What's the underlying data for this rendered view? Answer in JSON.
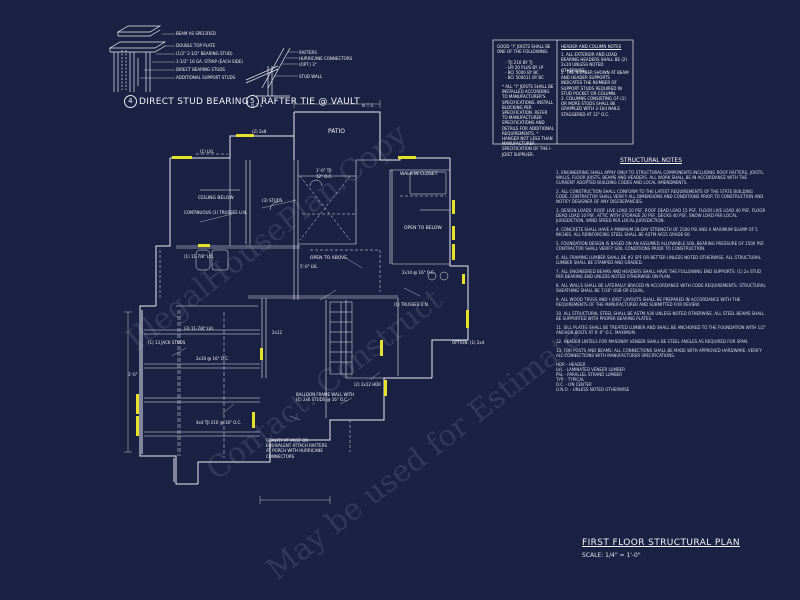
{
  "stud_detail": {
    "callouts": [
      "BEAM AS SPECIFIED",
      "DOUBLE TOP PLATE",
      "(1/2\" 2-1/2\" BEARING STUD)",
      "1-1/2\" 16 GA. STRAP (EACH SIDE)",
      "DIRECT BEARING STUDS",
      "ADDITIONAL SUPPORT STUDS"
    ],
    "number": "4",
    "title": "DIRECT STUD BEARING",
    "scale": "N.T.S."
  },
  "rafter_detail": {
    "callouts": [
      "RAFTERS",
      "HURRICANE CONNECTORS",
      "(OPT.) 3\"",
      "STUD WALL"
    ],
    "number": "5",
    "title": "RAFTER TIE @ VAULT",
    "scale": "N.T.S."
  },
  "joist_notes": {
    "heading": "GOOD \"I\" JOISTS SHALL BE ONE OF THE FOLLOWING:",
    "items": [
      "- TJI 210 BY TJ",
      "- LPI 20 PLUS BY LP",
      "- BCI 5000 BY BC",
      "- BCI 500011 BY BC"
    ],
    "body": "* ALL \"I\" JOISTS SHALL BE INSTALLED ACCORDING TO MANUFACTURER'S SPECIFICATIONS. INSTALL BLOCKING PER SPECIFICATION. REFER TO MANUFACTURER SPECIFICATIONS AND DETAILS FOR ADDITIONAL REQUIREMENTS. * HANGER NOT LESS THAN MANUFACTURER SPECIFICATION OF THE I-JOIST SUPPLIER."
  },
  "header_notes": {
    "heading": "HEADER AND COLUMN NOTES",
    "items": [
      "1. ALL EXTERIOR AND LOAD BEARING HEADERS SHALL BE (2) 2x10 UNLESS NOTED OTHERWISE.",
      "2. THE NUMBER SHOWN AT BEAM AND HEADER SUPPORTS INDICATES THE NUMBER OF SUPPORT STUDS REQUIRED IN STUD POCKET OR COLUMN.",
      "3. COLUMNS CONSISTING OF (1) OR MORE STUDS SHALL BE GRAPPLED WITH 3-16d NAILS STAGGERED AT 12\" O.C."
    ]
  },
  "structural_notes": {
    "heading": "STRUCTURAL NOTES",
    "paragraphs": [
      "1. ENGINEERING SHALL APPLY ONLY TO STRUCTURAL COMPONENTS INCLUDING ROOF RAFTERS, JOISTS, WALLS, FLOOR JOISTS, BEAMS AND HEADERS. ALL WORK SHALL BE IN ACCORDANCE WITH THE CURRENT ADOPTED BUILDING CODES AND LOCAL AMENDMENTS.",
      "2. ALL CONSTRUCTION SHALL CONFORM TO THE LATEST REQUIREMENTS OF THE STATE BUILDING CODE. CONTRACTOR SHALL VERIFY ALL DIMENSIONS AND CONDITIONS PRIOR TO CONSTRUCTION AND NOTIFY DESIGNER OF ANY DISCREPANCIES.",
      "3. DESIGN LOADS: ROOF LIVE LOAD 20 PSF, ROOF DEAD LOAD 15 PSF, FLOOR LIVE LOAD 40 PSF, FLOOR DEAD LOAD 10 PSF, ATTIC WITH STORAGE 20 PSF, DECKS 40 PSF, SNOW LOAD PER LOCAL JURISDICTION, WIND SPEED PER LOCAL JURISDICTION.",
      "4. CONCRETE SHALL HAVE A MINIMUM 28-DAY STRENGTH OF 2500 PSI AND A MAXIMUM SLUMP OF 5 INCHES. ALL REINFORCING STEEL SHALL BE ASTM A615 GRADE 60.",
      "5. FOUNDATION DESIGN IS BASED ON AN ASSUMED ALLOWABLE SOIL BEARING PRESSURE OF 1500 PSF. CONTRACTOR SHALL VERIFY SOIL CONDITIONS PRIOR TO CONSTRUCTION.",
      "6. ALL FRAMING LUMBER SHALL BE #2 SPF OR BETTER UNLESS NOTED OTHERWISE. ALL STRUCTURAL LUMBER SHALL BE STAMPED AND GRADED.",
      "7. ALL ENGINEERED BEAMS AND HEADERS SHALL HAVE THE FOLLOWING END SUPPORTS: (1) 2x STUD PER BEARING END UNLESS NOTED OTHERWISE ON PLAN.",
      "8. ALL WALLS SHALL BE LATERALLY BRACED IN ACCORDANCE WITH CODE REQUIREMENTS. STRUCTURAL SHEATHING SHALL BE 7/16\" OSB OR EQUAL.",
      "9. ALL WOOD TRUSS AND I-JOIST LAYOUTS SHALL BE PREPARED IN ACCORDANCE WITH THE REQUIREMENTS OF THE MANUFACTURER AND SUBMITTED FOR REVIEW.",
      "10. ALL STRUCTURAL STEEL SHALL BE ASTM A36 UNLESS NOTED OTHERWISE. ALL STEEL BEAMS SHALL BE SUPPORTED WITH PROPER BEARING PLATES.",
      "11. SILL PLATES SHALL BE TREATED LUMBER AND SHALL BE ANCHORED TO THE FOUNDATION WITH 1/2\" ANCHOR BOLTS AT 6'-0\" O.C. MAXIMUM.",
      "12. HEADER LINTELS FOR MASONRY VENEER SHALL BE STEEL ANGLES AS REQUIRED FOR SPAN.",
      "13. FOR POSTS AND BEAMS: ALL CONNECTIONS SHALL BE MADE WITH APPROVED HARDWARE. VERIFY ALL CONNECTIONS WITH MANUFACTURER SPECIFICATIONS."
    ],
    "legend": [
      "HDR - HEADER",
      "LVL - LAMINATED VENEER LUMBER",
      "PSL - PARALLEL STRAND LUMBER",
      "TYP. - TYPICAL",
      "O.C. - ON CENTER",
      "U.N.O. - UNLESS NOTED OTHERWISE"
    ]
  },
  "plan": {
    "rooms": [
      "PATIO",
      "WALK-IN CLOSET",
      "OPEN TO ABOVE",
      "OPEN TO BELOW",
      "CEILING BELOW"
    ],
    "callouts": [
      "(1) LVL",
      "(2) 2x8",
      "CONTINUOUS (1) TRUSSES U.N.",
      "(1) 11-7/8\" LVL",
      "(3) 11-7/8\" LVL",
      "(3) STUDS",
      "(1) 13 JACK STUDS",
      "5'-0\" LVL",
      "BALLOON FRAME WALL WITH (1) 2x6 STUDS @ 16\" O.C.",
      "(2) 2x12 HDR",
      "1'-0\"",
      "2x12",
      "4x4 TJI 210 @ 16\" O.C.",
      "2x10 @ 16\" O.C.",
      "GRAVITY PT POST OR EQUIVALENT ATTACH RAFTERS AT PORCH WITH HURRICANE CONNECTORS",
      "(1) TRUSSES U.N.",
      "OPTION: (1) 2x4",
      "2x10 @ 16\" O.C.",
      "1'-0\" TJI",
      "12\" O.C."
    ]
  },
  "title_block": {
    "title": "FIRST FLOOR STRUCTURAL PLAN",
    "scale": "SCALE: 1/4\" = 1'-0\""
  },
  "watermark": [
    "IllegalHousePlan.Copy",
    "Contact: Construct",
    "May be used for Estimate"
  ],
  "colors": {
    "background": "#1b2142",
    "lines": "#e8ecf6",
    "highlight": "#e6e22c"
  }
}
